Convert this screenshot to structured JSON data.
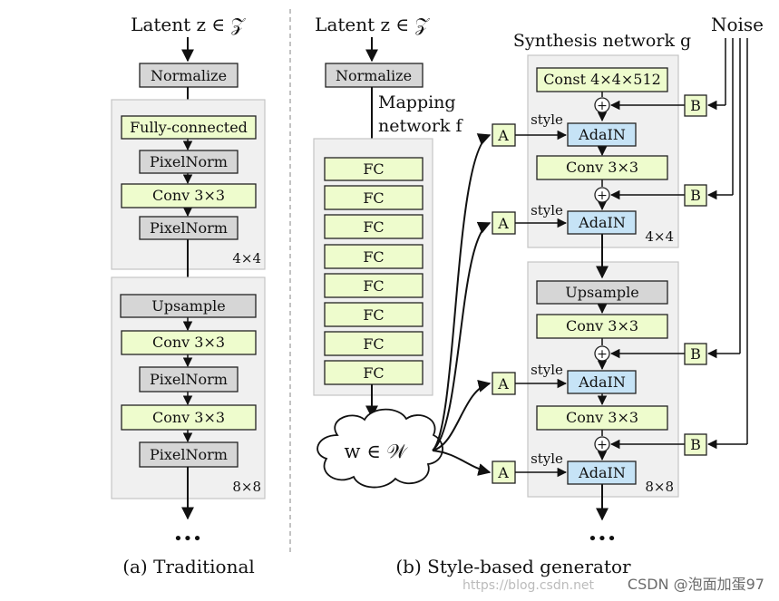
{
  "traditional": {
    "latent": "Latent z ∈ 𝒵",
    "normalize": "Normalize",
    "block1": [
      "Fully-connected",
      "PixelNorm",
      "Conv 3×3",
      "PixelNorm"
    ],
    "block1_res": "4×4",
    "block2": [
      "Upsample",
      "Conv 3×3",
      "PixelNorm",
      "Conv 3×3",
      "PixelNorm"
    ],
    "block2_res": "8×8",
    "more": "•••",
    "caption": "(a) Traditional"
  },
  "stylebased": {
    "latent": "Latent z ∈ 𝒵",
    "normalize": "Normalize",
    "mapping_line1": "Mapping",
    "mapping_line2": "network f",
    "fc": [
      "FC",
      "FC",
      "FC",
      "FC",
      "FC",
      "FC",
      "FC",
      "FC"
    ],
    "w": "w ∈ 𝒲",
    "synthesis": "Synthesis network g",
    "noise": "Noise",
    "const": "Const 4×4×512",
    "adain": "AdaIN",
    "conv": "Conv 3×3",
    "upsample": "Upsample",
    "A": "A",
    "B": "B",
    "style": "style",
    "plus": "+",
    "res1": "4×4",
    "res2": "8×8",
    "more": "•••",
    "caption": "(b) Style-based generator"
  },
  "watermark": "CSDN @泡面加蛋97",
  "watermark_url": "https://blog.csdn.net",
  "colors": {
    "green_box": "#eefccd",
    "gray_box": "#d6d6d6",
    "blue_box": "#c6e3f6",
    "panel": "#f0f0f0"
  }
}
